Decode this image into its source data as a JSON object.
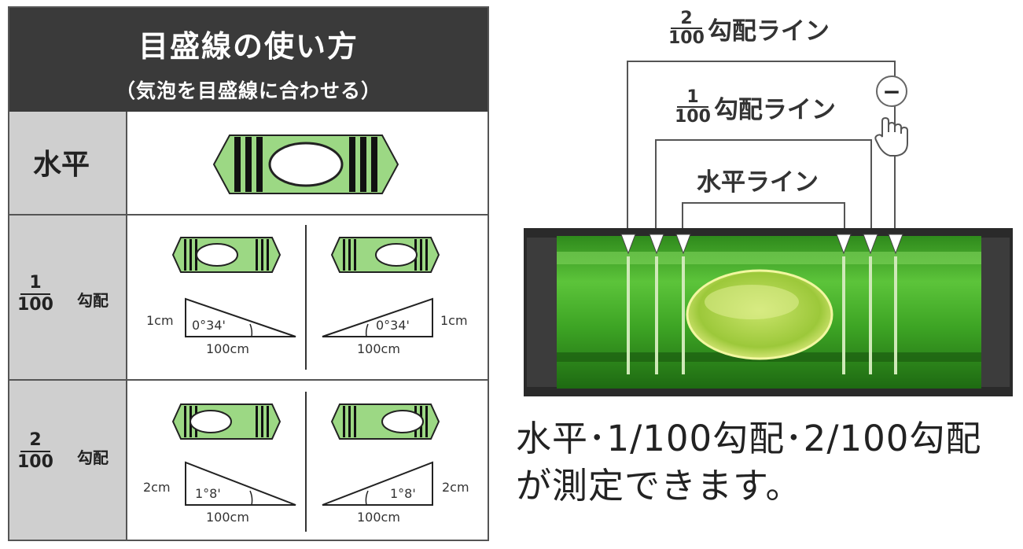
{
  "table": {
    "title": "目盛線の使い方",
    "subtitle": "（気泡を目盛線に合わせる）",
    "rows": [
      {
        "label": "水平"
      },
      {
        "frac_num": "1",
        "frac_den": "100",
        "suffix": "勾配",
        "left": {
          "height": "1cm",
          "angle": "0°34'",
          "base": "100cm"
        },
        "right": {
          "height": "1cm",
          "angle": "0°34'",
          "base": "100cm"
        }
      },
      {
        "frac_num": "2",
        "frac_den": "100",
        "suffix": "勾配",
        "left": {
          "height": "2cm",
          "angle": "1°8'",
          "base": "100cm"
        },
        "right": {
          "height": "2cm",
          "angle": "1°8'",
          "base": "100cm"
        }
      }
    ]
  },
  "photo": {
    "line_2_100": {
      "num": "2",
      "den": "100",
      "text": "勾配ライン"
    },
    "line_1_100": {
      "num": "1",
      "den": "100",
      "text": "勾配ライン"
    },
    "line_level": "水平ライン",
    "minus_symbol": "−",
    "caption_line1": "水平･1/100勾配･2/100勾配",
    "caption_line2": "が測定できます。"
  },
  "colors": {
    "header_bg": "#3a3a3a",
    "label_bg": "#cfcfcf",
    "vial_green": "#8cd070",
    "liquid_green": "#3fae2a"
  }
}
